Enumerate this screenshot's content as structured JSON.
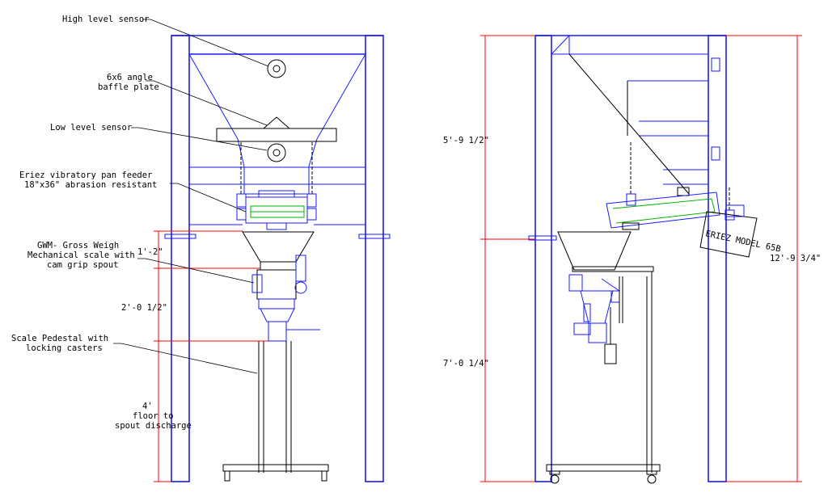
{
  "callouts": {
    "high_level_sensor": "High level sensor",
    "baffle_line1": "6x6 angle",
    "baffle_line2": "baffle plate",
    "low_level_sensor": "Low level sensor",
    "feeder_line1": "Eriez vibratory pan feeder",
    "feeder_line2": "18\"x36\" abrasion resistant",
    "gwm_line1": "GWM- Gross Weigh",
    "gwm_line2": "Mechanical scale with",
    "gwm_line3": "cam grip spout",
    "pedestal_line1": "Scale Pedestal with",
    "pedestal_line2": "locking casters",
    "floor_line1": "4'",
    "floor_line2": "floor to",
    "floor_line3": "spout discharge"
  },
  "dimensions": {
    "left_1": "1'-2\"",
    "left_2": "2'-0 1/2\"",
    "right_upper": "5'-9 1/2\"",
    "right_lower": "7'-0 1/4\"",
    "right_total": "12'-9 3/4\""
  },
  "nameplate": "ERIEZ MODEL 65B",
  "colors": {
    "frame": "#1a1aff",
    "dimension": "#ff0000",
    "pan_liner": "#00b000",
    "ink": "#000000"
  }
}
